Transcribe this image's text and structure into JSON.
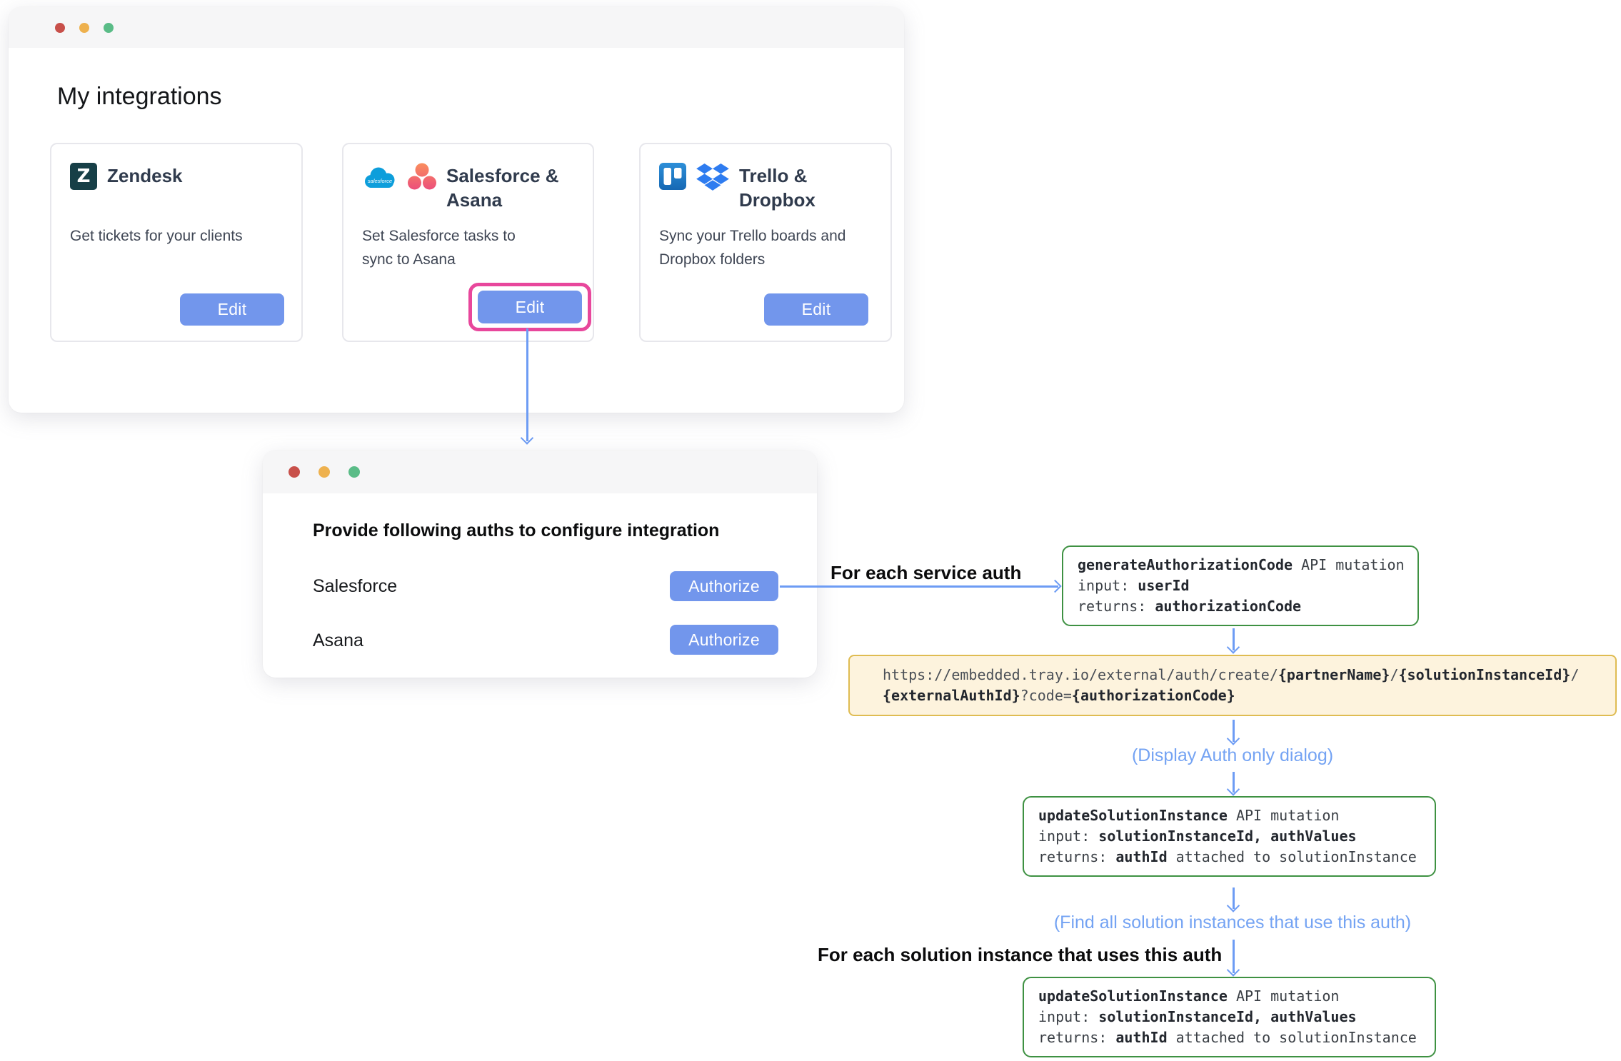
{
  "integrations_window": {
    "title": "My integrations",
    "cards": [
      {
        "name": "Zendesk",
        "description": "Get tickets for your clients",
        "button_label": "Edit",
        "icons": [
          "zendesk-icon"
        ]
      },
      {
        "name": "Salesforce & Asana",
        "description": "Set Salesforce tasks to sync to Asana",
        "button_label": "Edit",
        "icons": [
          "salesforce-icon",
          "asana-icon"
        ],
        "highlighted": true
      },
      {
        "name": "Trello & Dropbox",
        "description": "Sync your Trello boards and Dropbox folders",
        "button_label": "Edit",
        "icons": [
          "trello-icon",
          "dropbox-icon"
        ]
      }
    ]
  },
  "auth_window": {
    "heading": "Provide following auths to configure integration",
    "rows": [
      {
        "service": "Salesforce",
        "button_label": "Authorize"
      },
      {
        "service": "Asana",
        "button_label": "Authorize"
      }
    ]
  },
  "flow": {
    "for_each_service_auth": "For each service auth",
    "generate_box": {
      "fn": "generateAuthorizationCode",
      "fn_rest": " API mutation",
      "input_label": "input: ",
      "input_value": "userId",
      "returns_label": "returns: ",
      "returns_value": "authorizationCode"
    },
    "url_box": {
      "p1": "https://embedded.tray.io/external/auth/create/",
      "v1": "{partnerName}",
      "sep1": "/",
      "v2": "{solutionInstanceId}",
      "sep2": "/",
      "v3": "{externalAuthId}",
      "p2": "?code=",
      "v4": "{authorizationCode}"
    },
    "display_auth_note": "(Display Auth only dialog)",
    "update_box": {
      "fn": "updateSolutionInstance",
      "fn_rest": " API mutation",
      "input_label": "input: ",
      "input_value": "solutionInstanceId, authValues",
      "returns_label": "returns: ",
      "returns_value": "authId",
      "returns_rest": " attached to solutionInstance"
    },
    "find_note": "(Find all solution instances that use this auth)",
    "for_each_solution_instance": "For each solution instance that uses this auth"
  },
  "colors": {
    "accent_blue": "#7296ec",
    "arrow_blue": "#6d9cf4",
    "note_blue": "#74a3f3",
    "highlight_pink": "#e8479c",
    "api_box_green": "#3e9142",
    "url_box_border": "#dfbc52",
    "url_box_bg": "#fdf3dd",
    "traffic_red": "#c8504a",
    "traffic_yellow": "#eeb14e",
    "traffic_green": "#5abc87"
  }
}
